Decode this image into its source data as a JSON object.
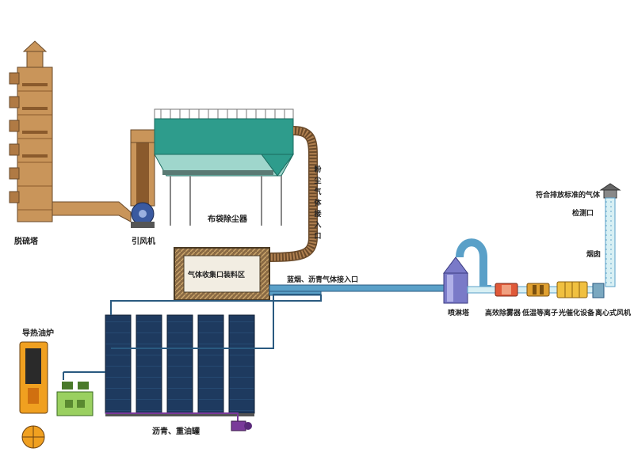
{
  "labels": {
    "desulfurization_tower": "脱硫塔",
    "induced_fan": "引风机",
    "bag_filter": "布袋除尘器",
    "dust_gas_inlet": "粉尘气体接入口",
    "gas_collection_area": "气体收集口装料区",
    "blue_smoke_inlet": "蓝烟、沥青气体接入口",
    "spray_tower": "喷淋塔",
    "mist_eliminator": "高效除雾器",
    "plasma": "低温等离子",
    "photocatalytic": "光催化设备",
    "centrifugal_fan": "离心式风机",
    "chimney": "烟囱",
    "compliant_gas": "符合排放标准的气体",
    "test_port": "检测口",
    "heat_oil_furnace": "导热油炉",
    "asphalt_tanks": "沥青、重油罐"
  },
  "colors": {
    "tower": "#c9955a",
    "tower_dark": "#8a5a2c",
    "filter_teal": "#2e9c8c",
    "filter_teal_light": "#9fd6cc",
    "duct_brown": "#9a6a3a",
    "pipe_blue": "#5aa0c8",
    "tank_navy": "#1e3a5f",
    "spray_purple": "#7a7ac8",
    "mist_red": "#e05a3a",
    "plasma_orange": "#e0a030",
    "photo_yellow": "#f0c040",
    "furnace_orange": "#f0a020",
    "pump_green": "#9ad060"
  }
}
